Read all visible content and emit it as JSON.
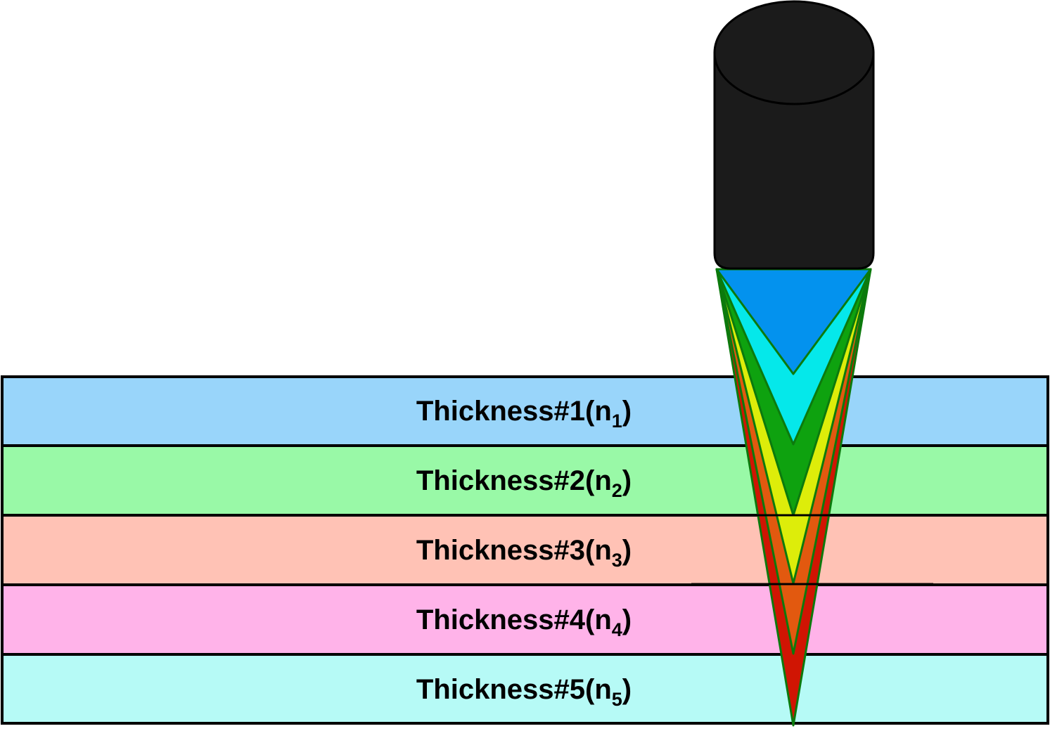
{
  "layers": [
    {
      "name": "Thickness#1(n",
      "index": "1",
      "close": ")",
      "color": "#99D5FA"
    },
    {
      "name": "Thickness#2(n",
      "index": "2",
      "close": ")",
      "color": "#99F9A7"
    },
    {
      "name": "Thickness#3(n",
      "index": "3",
      "close": ")",
      "color": "#FFC2B5"
    },
    {
      "name": "Thickness#4(n",
      "index": "4",
      "close": ")",
      "color": "#FFB3E9"
    },
    {
      "name": "Thickness#5(n",
      "index": "5",
      "close": ")",
      "color": "#B6FAF6"
    }
  ],
  "probe": {
    "body_color": "#1B1B1B"
  },
  "beam_colors": {
    "blue": "#0392EE",
    "cyan": "#05E8EA",
    "green": "#0EA20F",
    "yellow": "#DDED0A",
    "orange": "#E2590F",
    "red": "#D01503",
    "outline": "#0C7A0D"
  }
}
